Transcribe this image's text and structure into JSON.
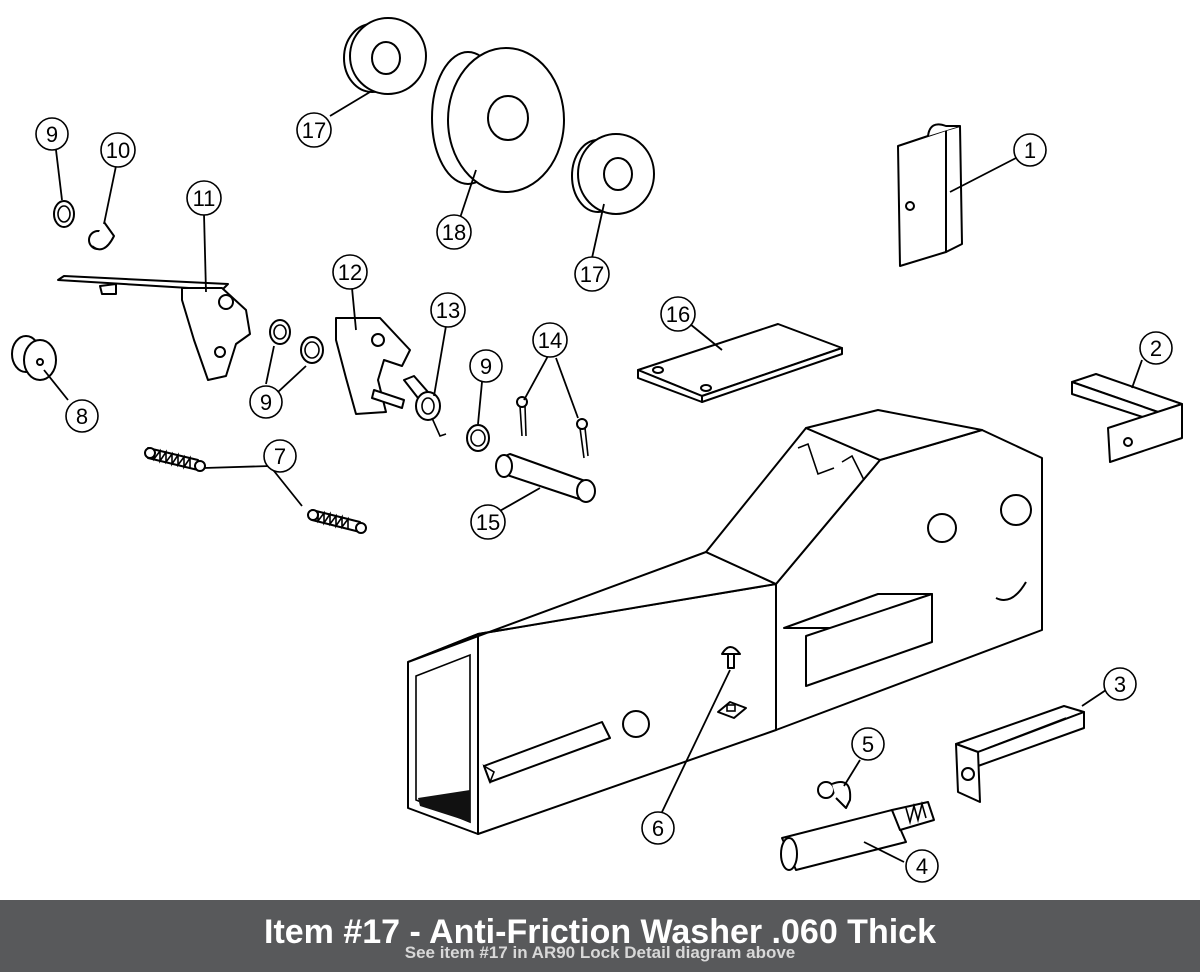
{
  "callouts": [
    {
      "id": "c1",
      "label": "1"
    },
    {
      "id": "c2",
      "label": "2"
    },
    {
      "id": "c3",
      "label": "3"
    },
    {
      "id": "c4",
      "label": "4"
    },
    {
      "id": "c5",
      "label": "5"
    },
    {
      "id": "c6",
      "label": "6"
    },
    {
      "id": "c7",
      "label": "7"
    },
    {
      "id": "c8",
      "label": "8"
    },
    {
      "id": "c9a",
      "label": "9"
    },
    {
      "id": "c9b",
      "label": "9"
    },
    {
      "id": "c9c",
      "label": "9"
    },
    {
      "id": "c10",
      "label": "10"
    },
    {
      "id": "c11",
      "label": "11"
    },
    {
      "id": "c12",
      "label": "12"
    },
    {
      "id": "c13",
      "label": "13"
    },
    {
      "id": "c14",
      "label": "14"
    },
    {
      "id": "c15",
      "label": "15"
    },
    {
      "id": "c16",
      "label": "16"
    },
    {
      "id": "c17a",
      "label": "17"
    },
    {
      "id": "c17b",
      "label": "17"
    },
    {
      "id": "c18",
      "label": "18"
    }
  ],
  "caption": {
    "title": "Item #17 - Anti-Friction Washer .060 Thick",
    "subtitle": "See item #17 in AR90 Lock Detail diagram above"
  }
}
